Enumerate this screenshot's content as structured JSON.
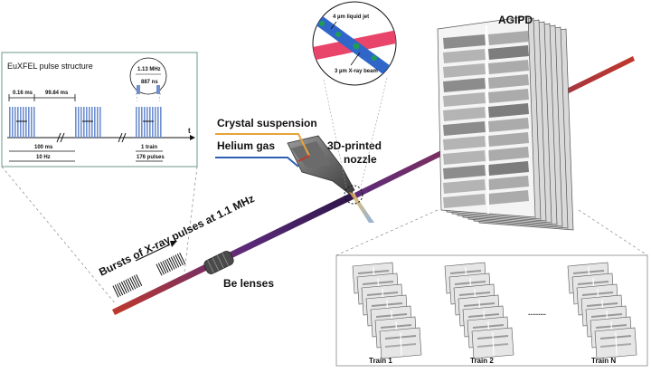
{
  "pulse_inset": {
    "title": "EuXFEL pulse structure",
    "train_on": "0.16 ms",
    "train_gap": "99.84 ms",
    "rate_mhz": "1.13 MHz",
    "pulse_spacing": "887 ns",
    "period": "100 ms",
    "rep_rate": "10 Hz",
    "train_label": "1 train",
    "pulses_per_train": "176 pulses",
    "time_axis": "t"
  },
  "jet_zoom": {
    "jet_label": "4 µm liquid jet",
    "beam_label": "3 µm X-ray beam"
  },
  "labels": {
    "crystal": "Crystal suspension",
    "helium": "Helium gas",
    "nozzle_line1": "3D-printed",
    "nozzle_line2": "nozzle",
    "detector": "AGIPD",
    "bursts": "Bursts of X-ray pulses at 1.1 MHz",
    "lenses": "Be lenses"
  },
  "trains": {
    "items": [
      "Train 1",
      "Train 2",
      "Train N"
    ],
    "ellipsis": "........."
  },
  "colors": {
    "crystal_line": "#e8a33a",
    "helium_line": "#2f5fb0",
    "beam_start": "#c0392b",
    "beam_end": "#3a1a5e",
    "pulse_bar": "#6f8fcf"
  }
}
